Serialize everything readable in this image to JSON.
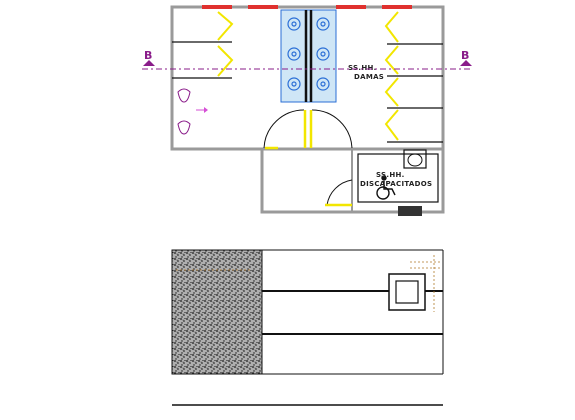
{
  "labels": {
    "room_women_line1": "SS.HH.",
    "room_women_line2": "DAMAS",
    "room_disabled_line1": "SS.HH.",
    "room_disabled_line2": "DISCAPACITADOS",
    "section_left": "B",
    "section_right": "B"
  },
  "colors": {
    "wall": "#9a9a9a",
    "line": "#111111",
    "door": "#f2e600",
    "window": "#e0312e",
    "section": "#8a1c8a",
    "fixture": "#2b6fd6",
    "fixture_bg": "#cfe6f6",
    "hatch": "#1a1a1a",
    "dash": "#b07a2a"
  },
  "icons": [
    "wheelchair-icon",
    "wc-icon",
    "sink-icon",
    "section-marker-icon"
  ]
}
